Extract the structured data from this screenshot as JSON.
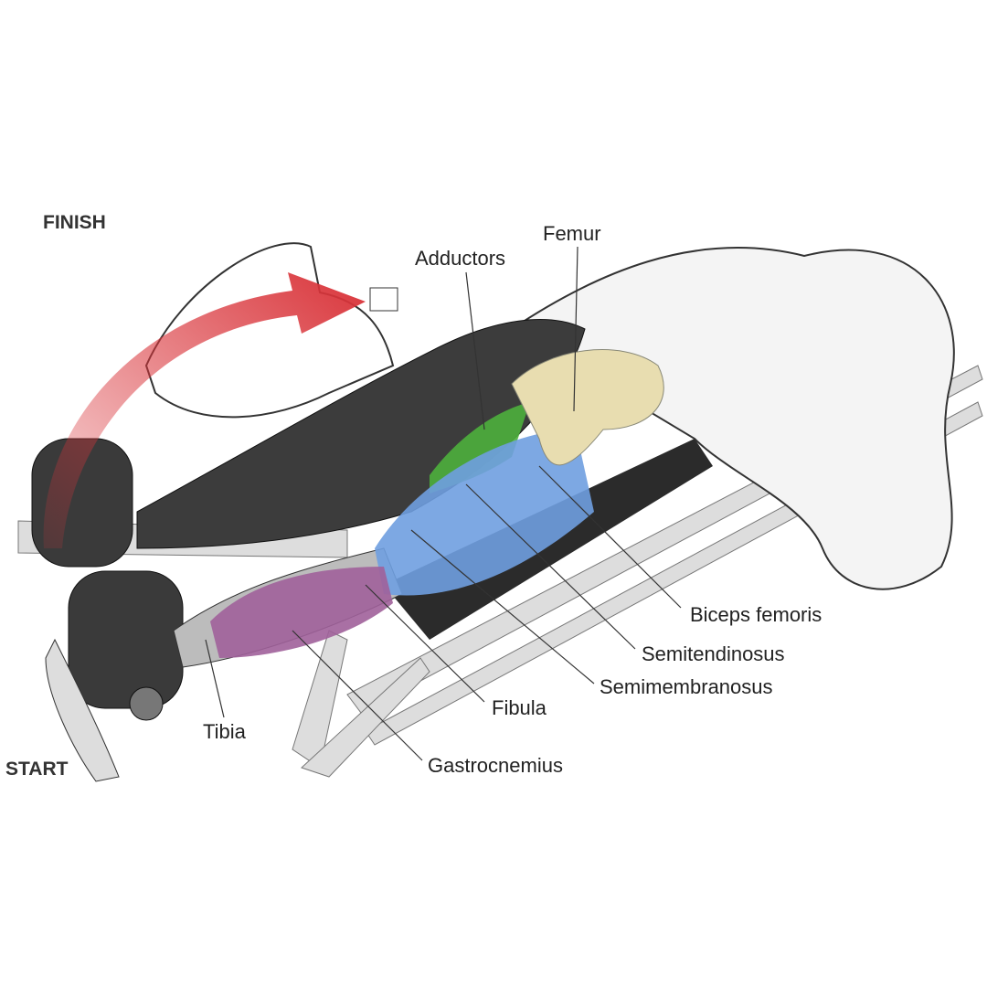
{
  "phases": {
    "finish": "FINISH",
    "start": "START"
  },
  "labels": {
    "femur": "Femur",
    "adductors": "Adductors",
    "biceps_femoris": "Biceps femoris",
    "semitendinosus": "Semitendinosus",
    "semimembranosus": "Semimembranosus",
    "fibula": "Fibula",
    "tibia": "Tibia",
    "gastrocnemius": "Gastrocnemius"
  },
  "colors": {
    "arrow": "#d9343a",
    "adductors": "#4caf3c",
    "hamstrings": "#6f9ee0",
    "gastrocnemius": "#a0609a",
    "bone": "#e8ddb0",
    "skin": "#3a3a3a"
  }
}
